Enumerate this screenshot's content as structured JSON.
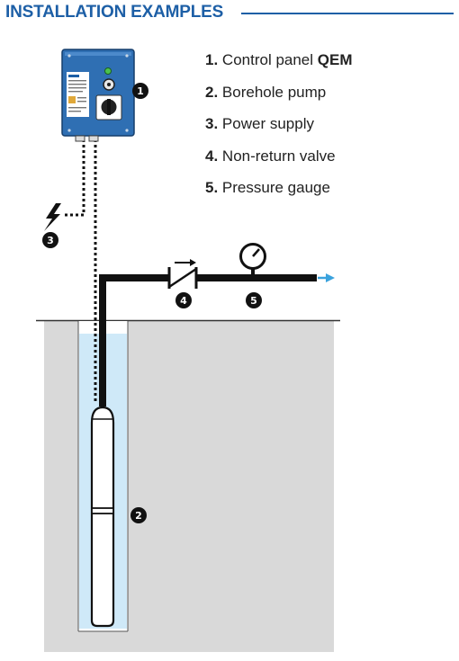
{
  "title": "INSTALLATION EXAMPLES",
  "legend": [
    {
      "number": "1.",
      "text": "Control panel ",
      "bold": "QEM"
    },
    {
      "number": "2.",
      "text": "Borehole pump",
      "bold": ""
    },
    {
      "number": "3.",
      "text": "Power supply",
      "bold": ""
    },
    {
      "number": "4.",
      "text": "Non-return valve",
      "bold": ""
    },
    {
      "number": "5.",
      "text": "Pressure gauge",
      "bold": ""
    }
  ],
  "markers": {
    "m1": "1",
    "m2": "2",
    "m3": "3",
    "m4": "4",
    "m5": "5"
  },
  "colors": {
    "accent": "#1d5fa6",
    "panel": "#2f6fb3",
    "water": "#cfe9f8",
    "ground": "#d9d9d9",
    "pipe": "#111111",
    "arrow": "#3aa2dd"
  }
}
